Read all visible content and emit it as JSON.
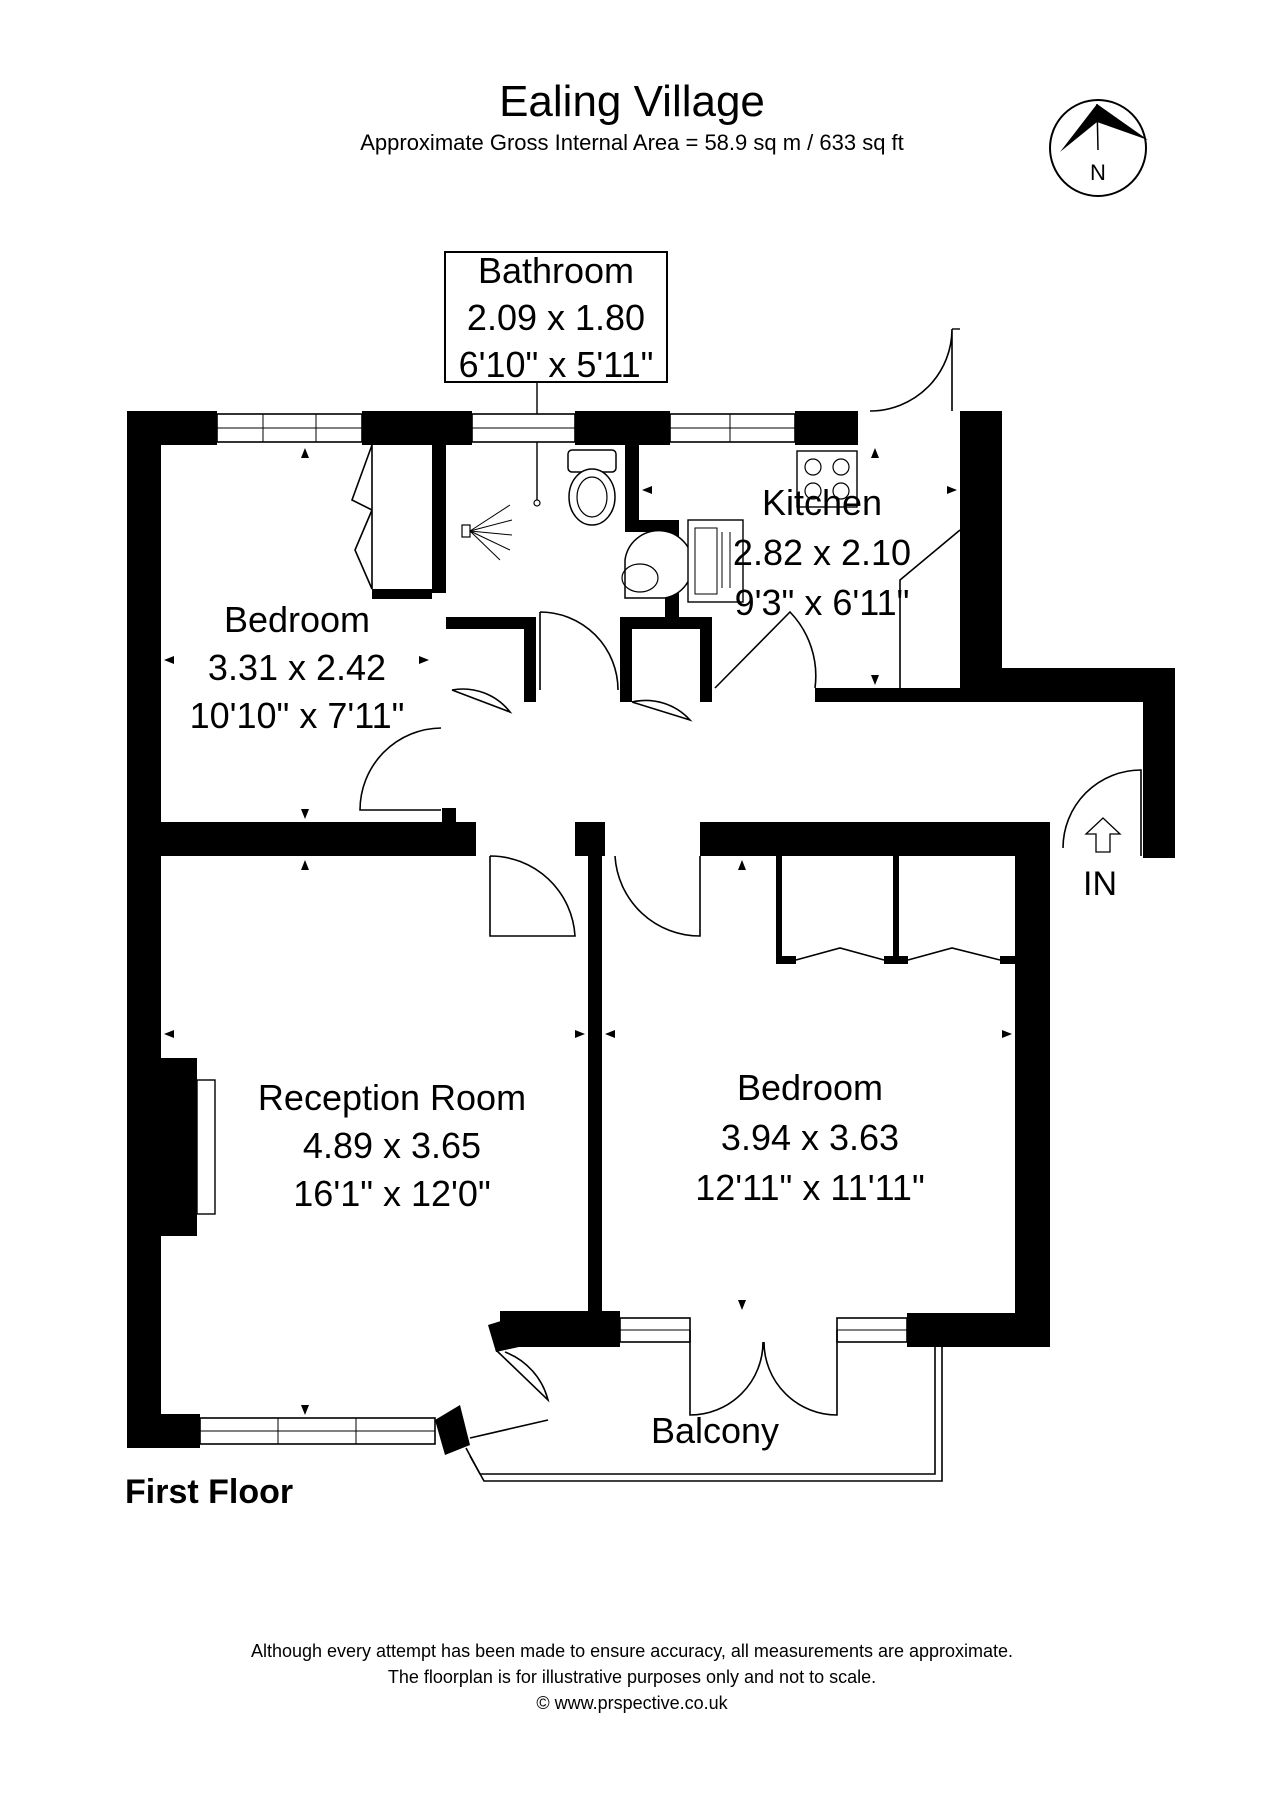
{
  "header": {
    "title": "Ealing Village",
    "subtitle": "Approximate Gross Internal Area = 58.9 sq m / 633 sq ft"
  },
  "compass": {
    "label": "N"
  },
  "rooms": {
    "bathroom": {
      "name": "Bathroom",
      "metric": "2.09 x 1.80",
      "imperial": "6'10\" x 5'11\""
    },
    "kitchen": {
      "name": "Kitchen",
      "metric": "2.82 x 2.10",
      "imperial": "9'3\" x 6'11\""
    },
    "bedroom_small": {
      "name": "Bedroom",
      "metric": "3.31 x 2.42",
      "imperial": "10'10\" x 7'11\""
    },
    "reception": {
      "name": "Reception Room",
      "metric": "4.89 x 3.65",
      "imperial": "16'1\" x 12'0\""
    },
    "bedroom_large": {
      "name": "Bedroom",
      "metric": "3.94 x 3.63",
      "imperial": "12'11\" x 11'11\""
    },
    "balcony": {
      "name": "Balcony"
    }
  },
  "entrance": {
    "label": "IN"
  },
  "floor": {
    "label": "First Floor"
  },
  "footer": {
    "line1": "Although every attempt has been made to ensure accuracy, all measurements are approximate.",
    "line2": "The floorplan is for illustrative purposes only and not to scale.",
    "line3": "© www.prspective.co.uk"
  }
}
